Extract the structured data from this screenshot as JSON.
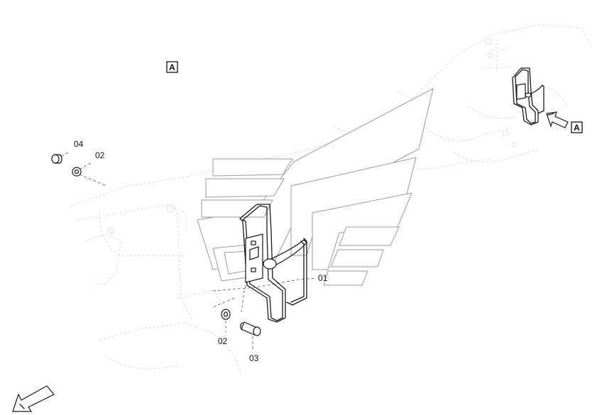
{
  "callouts": {
    "washer_top": "02",
    "spacer_top": "04",
    "handle": "01",
    "washer_bottom": "02",
    "bolt": "03"
  },
  "view_labels": {
    "main": "A",
    "detail": "A"
  },
  "icons": {
    "direction_arrow": "orientation-arrow-icon",
    "view_arrow": "view-direction-arrow-icon"
  },
  "colors": {
    "line": "#1a1a1a",
    "background_line": "#d9d9d9",
    "decal_line": "#9a9a9a"
  }
}
